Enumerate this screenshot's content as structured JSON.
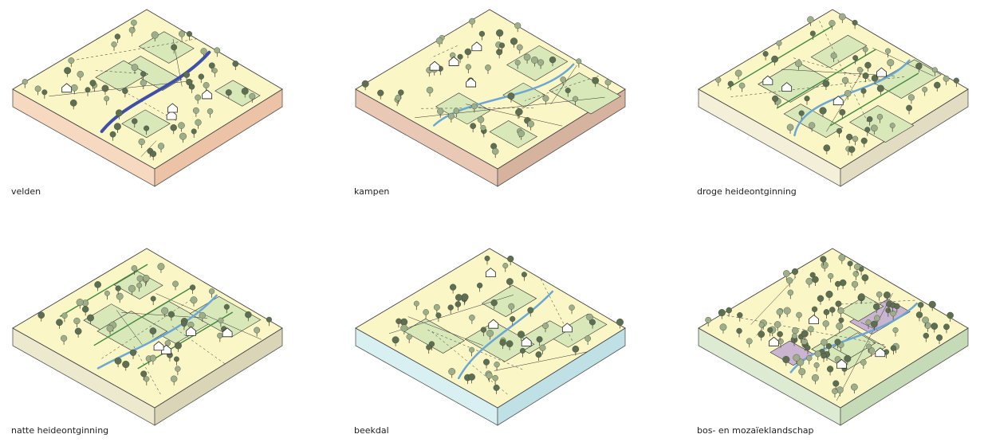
{
  "panels": [
    {
      "key": "velden",
      "label": "velden",
      "top": "#fbf6c6",
      "side": "#f7d9c2",
      "side2": "#ecc3a6",
      "variant": "rivers"
    },
    {
      "key": "kampen",
      "label": "kampen",
      "top": "#fbf6c6",
      "side": "#e9c9b6",
      "side2": "#d6b39f",
      "variant": "kampen"
    },
    {
      "key": "droge",
      "label": "droge heideontginning",
      "top": "#fbf6c6",
      "side": "#f3efd9",
      "side2": "#e2ddc2",
      "variant": "droge"
    },
    {
      "key": "natte",
      "label": "natte heideontginning",
      "top": "#fbf6c6",
      "side": "#ece9cf",
      "side2": "#d9d5b6",
      "variant": "natte"
    },
    {
      "key": "beekdal",
      "label": "beekdal",
      "top": "#fbf6c6",
      "side": "#d8f0f2",
      "side2": "#bfe1e6",
      "variant": "beekdal"
    },
    {
      "key": "bos",
      "label": "bos- en mozaïeklandschap",
      "top": "#fbf6c6",
      "side": "#dcebd2",
      "side2": "#c5dbb8",
      "variant": "bos"
    }
  ],
  "colors": {
    "field_green": "#d9e8b8",
    "water": "#6aa6d6",
    "stream": "#3d4fa8",
    "tree_dark": "#5e6e52",
    "tree_light": "#9fae8a",
    "heath": "#c9b5d0",
    "ditch_green": "#3f8a3f"
  }
}
